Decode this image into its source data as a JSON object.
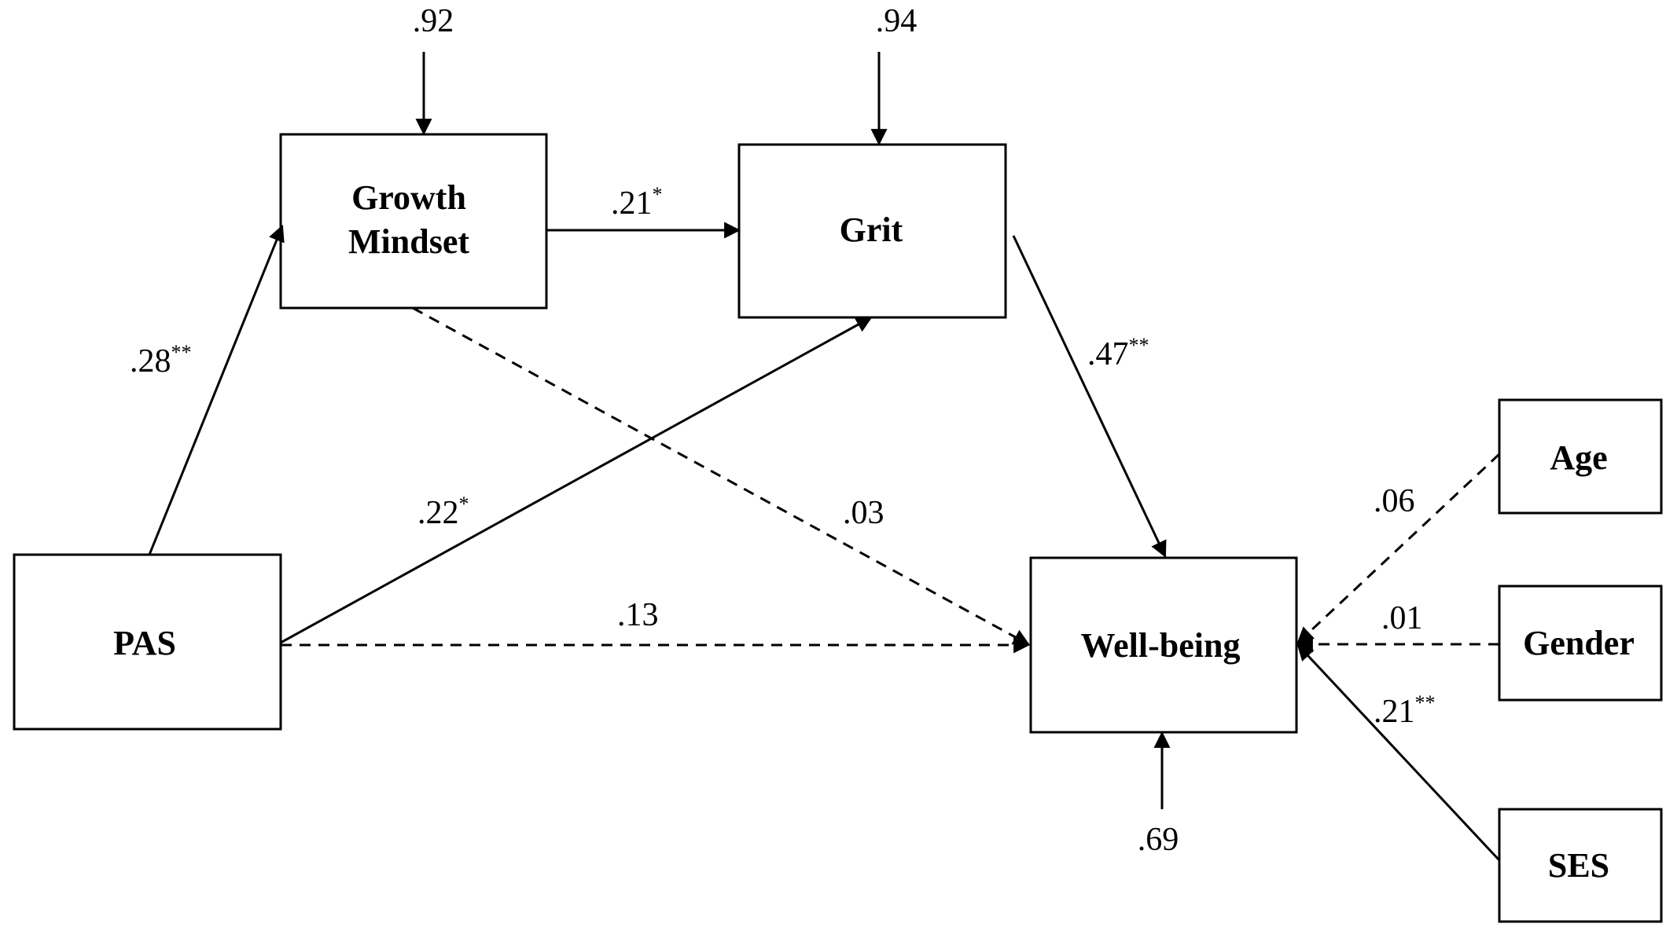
{
  "nodes": {
    "growth_mindset": {
      "line1": "Growth",
      "line2": "Mindset"
    },
    "grit": {
      "label": "Grit"
    },
    "pas": {
      "label": "PAS"
    },
    "wellbeing": {
      "label": "Well-being"
    },
    "age": {
      "label": "Age"
    },
    "gender": {
      "label": "Gender"
    },
    "ses": {
      "label": "SES"
    }
  },
  "paths": {
    "pas_to_growth_mindset": {
      "value": ".28",
      "sig": "**"
    },
    "growth_mindset_to_grit": {
      "value": ".21",
      "sig": "*"
    },
    "pas_to_grit": {
      "value": ".22",
      "sig": "*"
    },
    "grit_to_wellbeing": {
      "value": ".47",
      "sig": "**"
    },
    "growth_mindset_to_wellbeing": {
      "value": ".03",
      "sig": ""
    },
    "pas_to_wellbeing": {
      "value": ".13",
      "sig": ""
    },
    "age_to_wellbeing": {
      "value": ".06",
      "sig": ""
    },
    "gender_to_wellbeing": {
      "value": ".01",
      "sig": ""
    },
    "ses_to_wellbeing": {
      "value": ".21",
      "sig": "**"
    }
  },
  "residuals": {
    "growth_mindset": ".92",
    "grit": ".94",
    "wellbeing": ".69"
  }
}
